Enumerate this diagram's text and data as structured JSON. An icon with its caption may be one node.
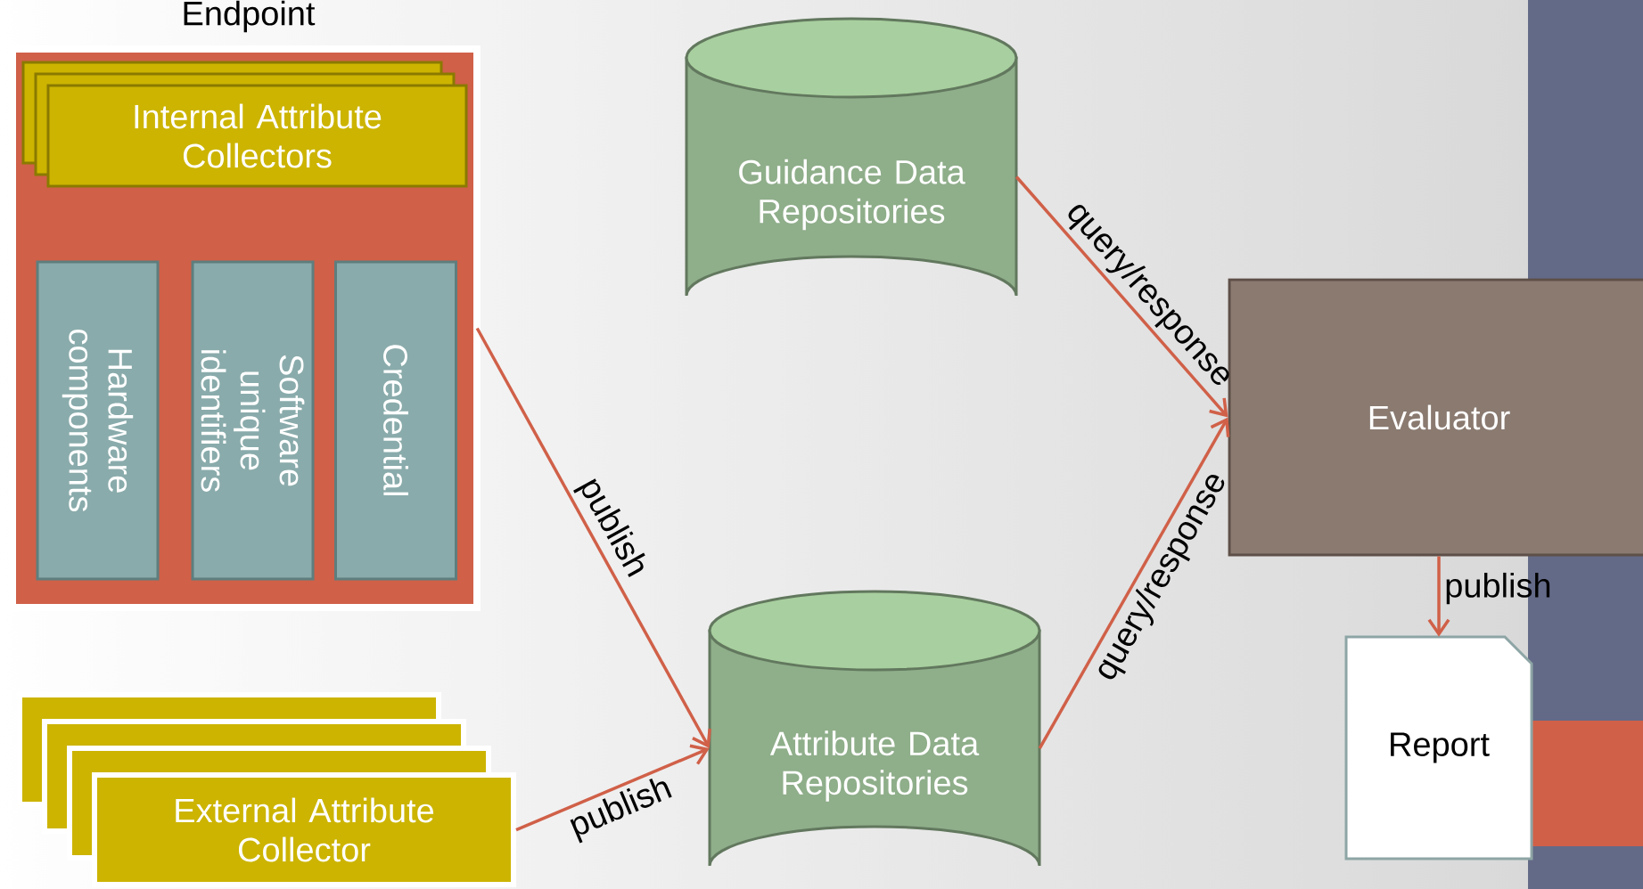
{
  "diagram": {
    "nodes": [
      {
        "text": [
          "Endpoint"
        ]
      },
      {
        "text": [
          "Internal Attribute Collectors"
        ],
        "in": 0
      },
      {
        "text": [
          "Hardware components"
        ],
        "in": 0
      },
      {
        "text": [
          "Software unique identifiers"
        ],
        "in": 0
      },
      {
        "text": [
          "Credential"
        ],
        "in": 0
      },
      {
        "text": [
          "External Attribute Collector"
        ]
      },
      {
        "text": [
          "Guidance Data Repositories"
        ]
      },
      {
        "text": [
          "Attribute Data Repositories"
        ]
      },
      {
        "text": [
          "Evaluator"
        ]
      },
      {
        "text": [
          "Report"
        ]
      }
    ],
    "edges": [
      {
        "from": 0,
        "to": 7,
        "arrow": "to",
        "label": "publish"
      },
      {
        "from": 5,
        "to": 7,
        "arrow": "to",
        "label": "publish"
      },
      {
        "from": 6,
        "to": 8,
        "arrow": "to",
        "label": "query/response"
      },
      {
        "from": 7,
        "to": 8,
        "arrow": "to",
        "label": "query/response"
      },
      {
        "from": 8,
        "to": 9,
        "arrow": "to",
        "label": "publish"
      }
    ]
  }
}
